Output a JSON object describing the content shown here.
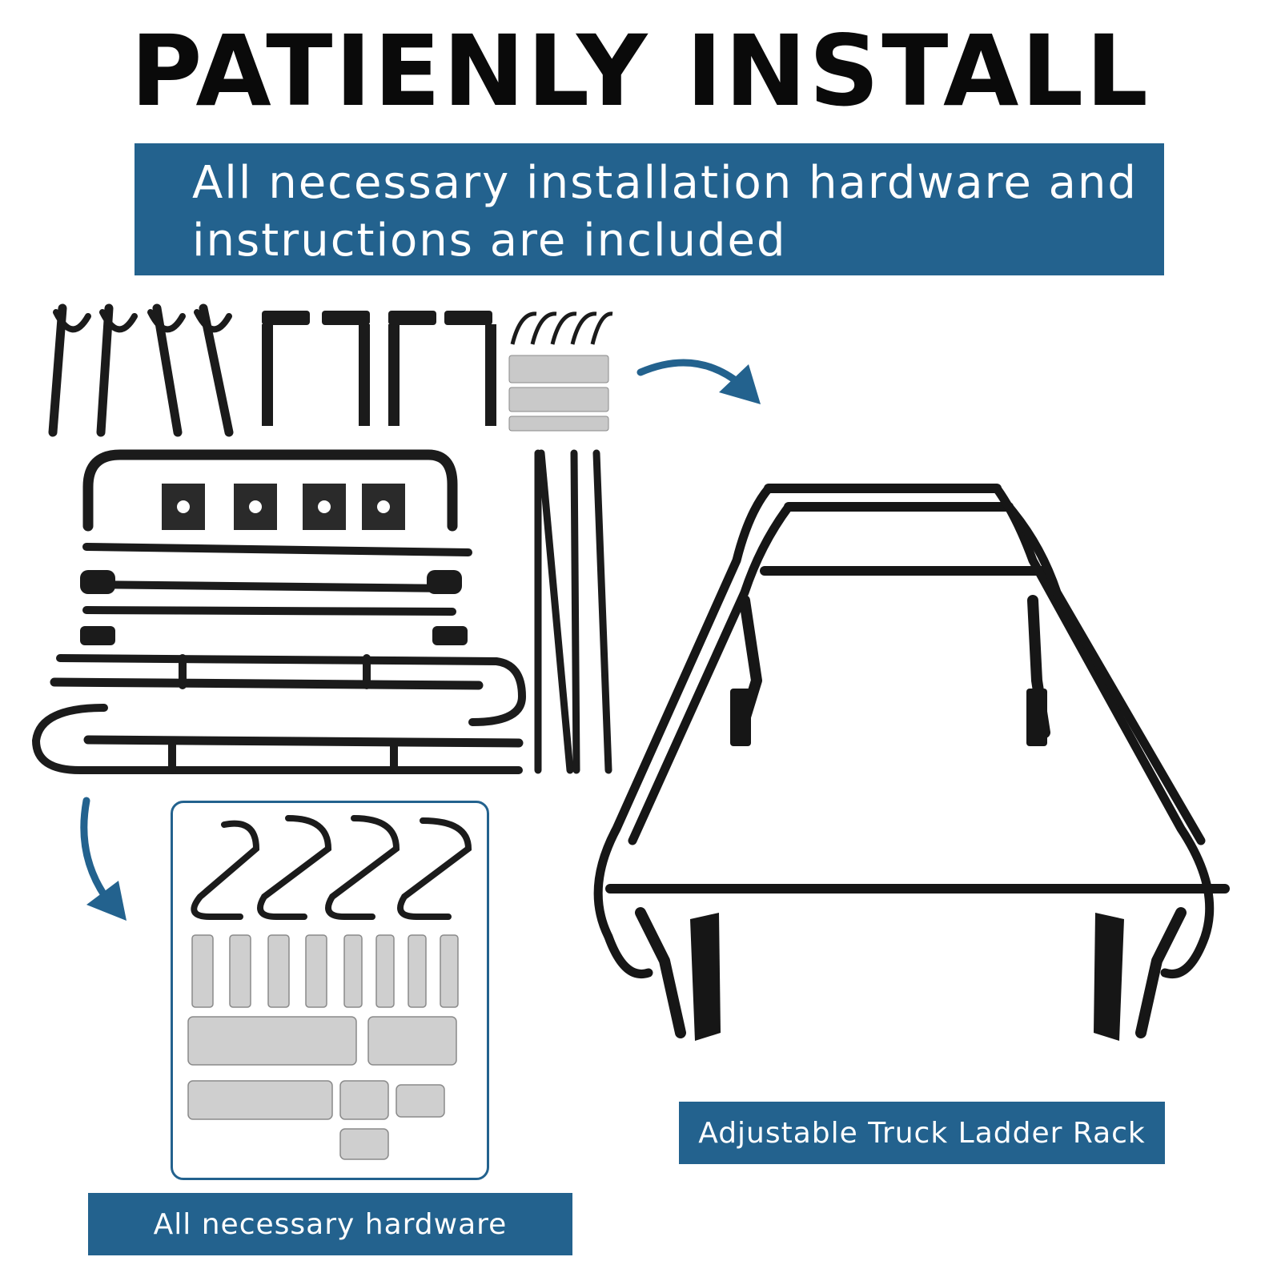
{
  "headline": "PATIENLY INSTALL",
  "banner": {
    "line1": "All necessary installation hardware and",
    "line2": "instructions are included"
  },
  "labels": {
    "rack": "Adjustable Truck Ladder Rack",
    "hardware": "All necessary hardware"
  },
  "colors": {
    "accent": "#23628e",
    "metal": "#1b1b1b",
    "hardware": "#c9c9c9"
  }
}
